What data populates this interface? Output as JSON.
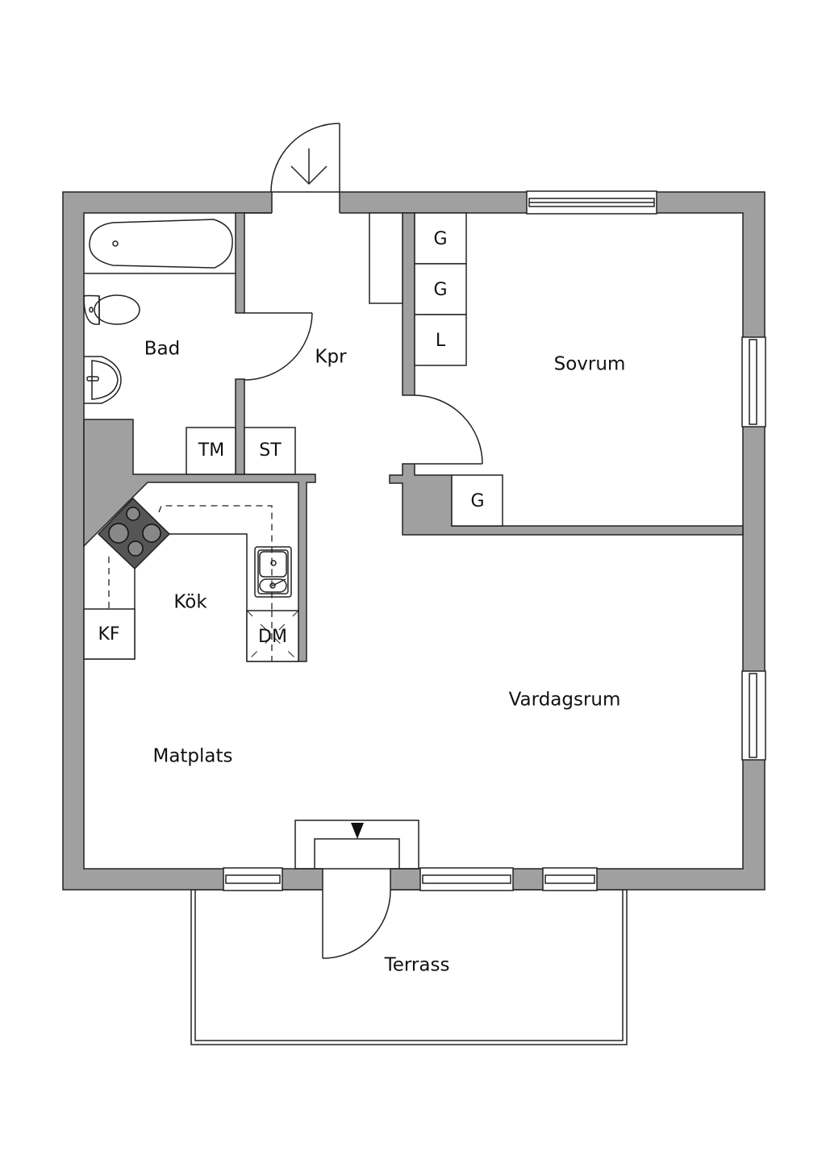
{
  "colors": {
    "wall": "#a0a0a0",
    "line": "#222222",
    "stove": "#555555"
  },
  "rooms": {
    "bathroom": "Bad",
    "hallway": "Kpr",
    "bedroom": "Sovrum",
    "kitchen": "Kök",
    "living_room": "Vardagsrum",
    "dining": "Matplats",
    "terrace": "Terrass"
  },
  "fixtures": {
    "washer": "TM",
    "storage": "ST",
    "wardrobe_1": "G",
    "wardrobe_2": "G",
    "linen": "L",
    "wardrobe_3": "G",
    "fridge_freezer": "KF",
    "dishwasher": "DM"
  }
}
